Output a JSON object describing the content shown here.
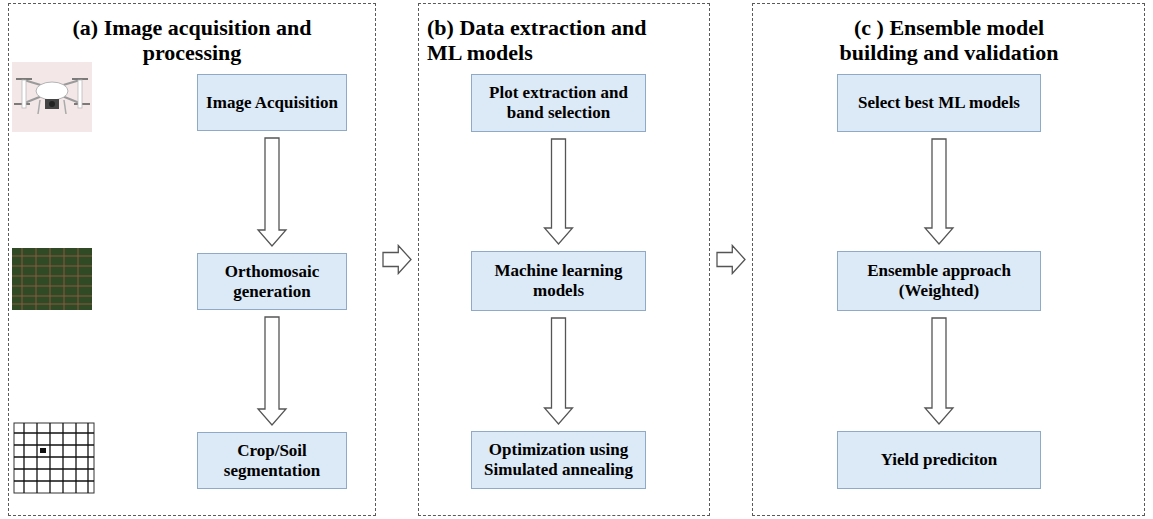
{
  "diagram": {
    "nodes": [
      {
        "text": [
          "(a) Image acquisition and processing"
        ]
      },
      {
        "text": [
          "Image Acquisition"
        ],
        "in": 0
      },
      {
        "text": [
          "Orthomosaic generation"
        ],
        "in": 0
      },
      {
        "text": [
          "Crop/Soil segmentation"
        ],
        "in": 0
      },
      {
        "text": [
          "(b) Data extraction and ML models"
        ]
      },
      {
        "text": [
          "Plot extraction and band selection"
        ],
        "in": 4
      },
      {
        "text": [
          "Machine learning models"
        ],
        "in": 4
      },
      {
        "text": [
          "Optimization using Simulated annealing"
        ],
        "in": 4
      },
      {
        "text": [
          "(c ) Ensemble model building and validation"
        ]
      },
      {
        "text": [
          "Select best ML models"
        ],
        "in": 8
      },
      {
        "text": [
          "Ensemble approach (Weighted)"
        ],
        "in": 8
      },
      {
        "text": [
          "Yield prediciton"
        ],
        "in": 8
      }
    ],
    "edges": [
      {
        "from": 1,
        "to": 2,
        "arrow": "to"
      },
      {
        "from": 2,
        "to": 3,
        "arrow": "to"
      },
      {
        "from": 0,
        "to": 4,
        "arrow": "to"
      },
      {
        "from": 5,
        "to": 6,
        "arrow": "to"
      },
      {
        "from": 6,
        "to": 7,
        "arrow": "to"
      },
      {
        "from": 4,
        "to": 8,
        "arrow": "to"
      },
      {
        "from": 9,
        "to": 10,
        "arrow": "to"
      },
      {
        "from": 10,
        "to": 11,
        "arrow": "to"
      }
    ]
  }
}
